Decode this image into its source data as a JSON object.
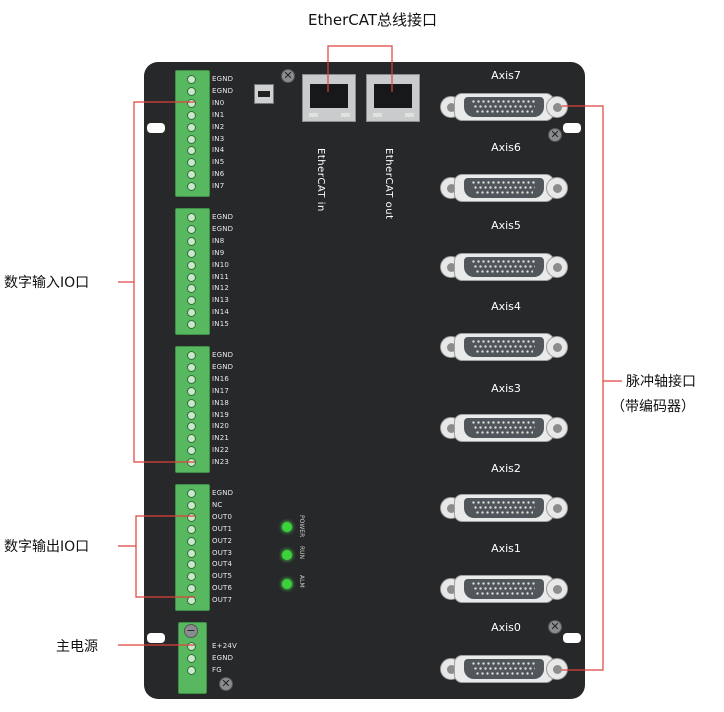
{
  "labels": {
    "ethercat_bus": "EtherCAT总线接口",
    "digital_input": "数字输入IO口",
    "digital_output": "数字输出IO口",
    "main_power": "主电源",
    "pulse_axis_line1": "脉冲轴接口",
    "pulse_axis_line2": "（带编码器）"
  },
  "ethercat_ports": {
    "in": "EtherCAT in",
    "out": "EtherCAT out"
  },
  "input_block_1": [
    "EGND",
    "EGND",
    "IN0",
    "IN1",
    "IN2",
    "IN3",
    "IN4",
    "IN5",
    "IN6",
    "IN7"
  ],
  "input_block_2": [
    "EGND",
    "EGND",
    "IN8",
    "IN9",
    "IN10",
    "IN11",
    "IN12",
    "IN13",
    "IN14",
    "IN15"
  ],
  "input_block_3": [
    "EGND",
    "EGND",
    "IN16",
    "IN17",
    "IN18",
    "IN19",
    "IN20",
    "IN21",
    "IN22",
    "IN23"
  ],
  "output_block": [
    "EGND",
    "NC",
    "OUT0",
    "OUT1",
    "OUT2",
    "OUT3",
    "OUT4",
    "OUT5",
    "OUT6",
    "OUT7"
  ],
  "power_block": [
    "E+24V",
    "EGND",
    "FG"
  ],
  "leds": [
    "POWER",
    "RUN",
    "ALM"
  ],
  "axes": [
    "Axis7",
    "Axis6",
    "Axis5",
    "Axis4",
    "Axis3",
    "Axis2",
    "Axis1",
    "Axis0"
  ],
  "colors": {
    "board": "#262829",
    "terminal_green": "#58b860",
    "led_green": "#3bd23a",
    "callout_red": "#e0403c"
  }
}
